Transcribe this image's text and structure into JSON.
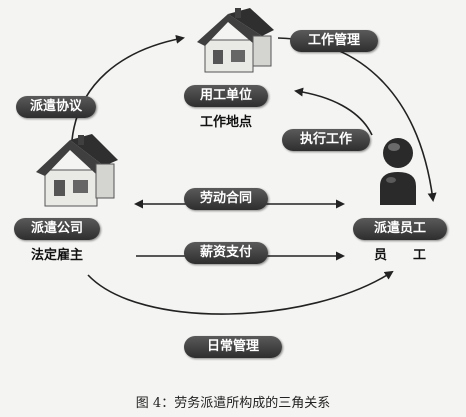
{
  "nodes": {
    "workplace": {
      "label": "用工单位",
      "sub": "工作地点"
    },
    "agency": {
      "label": "派遣公司",
      "sub": "法定雇主"
    },
    "employee": {
      "label": "派遣员工",
      "sub": "员　　工"
    }
  },
  "relations": {
    "dispatch_agreement": "派遣协议",
    "work_management": "工作管理",
    "execute_work": "执行工作",
    "labor_contract": "劳动合同",
    "salary_payment": "薪资支付",
    "daily_management": "日常管理"
  },
  "caption": "图 4：劳务派遣所构成的三角关系",
  "colors": {
    "pill": "#3a3a3a",
    "arrow": "#222222",
    "house_wall": "#e9e9e6",
    "roof": "#3f3f3f"
  }
}
